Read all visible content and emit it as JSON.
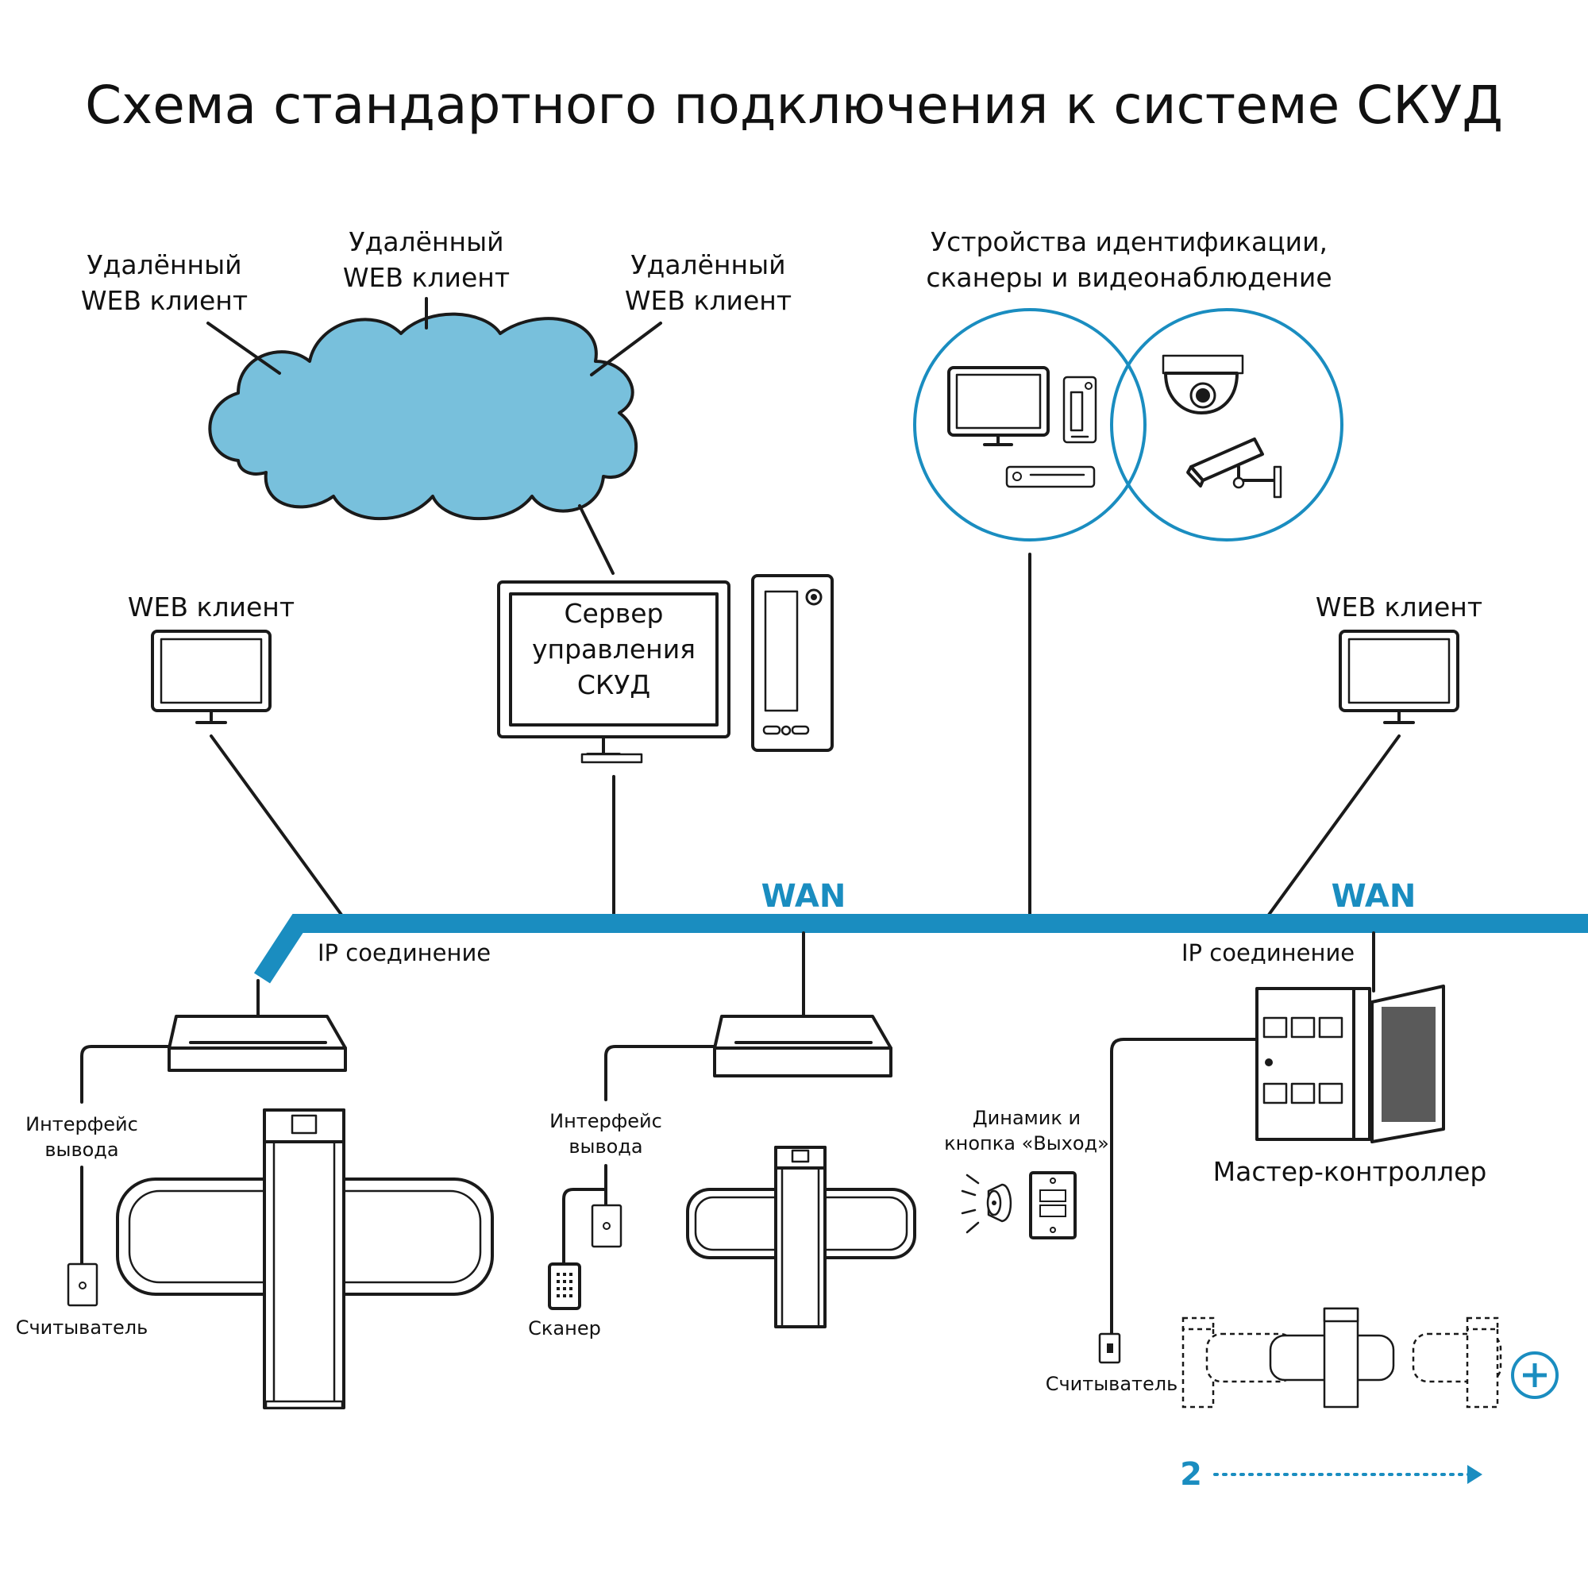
{
  "title": "Схема стандартного подключения к системе СКУД",
  "colors": {
    "network": "#1a8dc0",
    "cloud": "#78c0dc",
    "line": "#1a1a1a"
  },
  "remote_clients": [
    {
      "line1": "Удалённый",
      "line2": "WEB клиент"
    },
    {
      "line1": "Удалённый",
      "line2": "WEB клиент"
    },
    {
      "line1": "Удалённый",
      "line2": "WEB клиент"
    }
  ],
  "identification": {
    "line1": "Устройства идентификации,",
    "line2": "сканеры и видеонаблюдение"
  },
  "web_client_left": "WEB клиент",
  "web_client_right": "WEB клиент",
  "server": {
    "line1": "Сервер",
    "line2": "управления",
    "line3": "СКУД"
  },
  "wan_label_1": "WAN",
  "wan_label_2": "WAN",
  "ip_connection_left": "IP соединение",
  "ip_connection_right": "IP соединение",
  "output_interface_left": {
    "line1": "Интерфейс",
    "line2": "вывода"
  },
  "output_interface_mid": {
    "line1": "Интерфейс",
    "line2": "вывода"
  },
  "reader_left": "Считыватель",
  "scanner": "Сканер",
  "speaker": {
    "line1": "Динамик и",
    "line2": "кнопка «Выход»"
  },
  "master_controller": "Мастер-контроллер",
  "reader_right": "Считыватель",
  "expand_number": "2",
  "icons": [
    "cloud-icon",
    "monitor-icon",
    "pc-tower-icon",
    "dome-camera-icon",
    "bullet-camera-icon",
    "router-icon",
    "turnstile-icon",
    "card-reader-icon",
    "keypad-scanner-icon",
    "speaker-icon",
    "exit-button-icon",
    "controller-cabinet-icon",
    "plus-circle-icon",
    "arrow-right-icon"
  ]
}
